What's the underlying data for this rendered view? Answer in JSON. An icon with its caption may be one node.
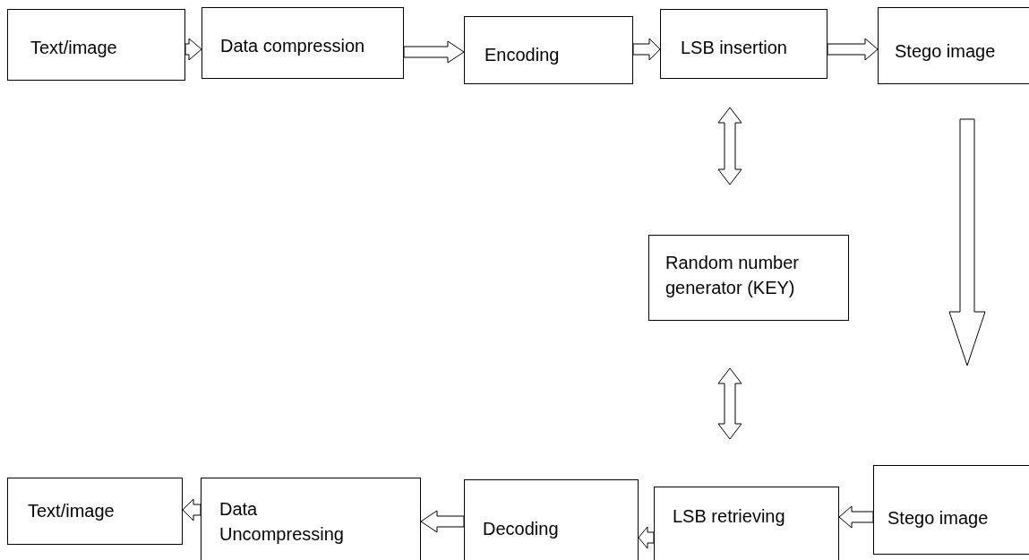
{
  "diagram": {
    "nodes": [
      {
        "text": [
          "Text/image"
        ]
      },
      {
        "text": [
          "Data compression"
        ]
      },
      {
        "text": [
          "Encoding"
        ]
      },
      {
        "text": [
          "LSB insertion"
        ]
      },
      {
        "text": [
          "Stego image"
        ]
      },
      {
        "text": [
          "Random number generator (KEY)"
        ]
      },
      {
        "text": [
          "Text/image"
        ]
      },
      {
        "text": [
          "Data Uncompressing"
        ]
      },
      {
        "text": [
          "Decoding"
        ]
      },
      {
        "text": [
          "LSB retrieving"
        ]
      },
      {
        "text": [
          "Stego image"
        ]
      }
    ],
    "edges": [
      {
        "from": 0,
        "to": 1,
        "arrow": "to"
      },
      {
        "from": 1,
        "to": 2,
        "arrow": "to"
      },
      {
        "from": 2,
        "to": 3,
        "arrow": "to"
      },
      {
        "from": 3,
        "to": 4,
        "arrow": "to"
      },
      {
        "from": 3,
        "to": 5,
        "arrow": "both"
      },
      {
        "from": 4,
        "to": 10,
        "arrow": "to"
      },
      {
        "from": 5,
        "to": 9,
        "arrow": "both"
      },
      {
        "from": 10,
        "to": 9,
        "arrow": "to"
      },
      {
        "from": 9,
        "to": 8,
        "arrow": "to"
      },
      {
        "from": 8,
        "to": 7,
        "arrow": "to"
      },
      {
        "from": 7,
        "to": 6,
        "arrow": "to"
      }
    ]
  }
}
